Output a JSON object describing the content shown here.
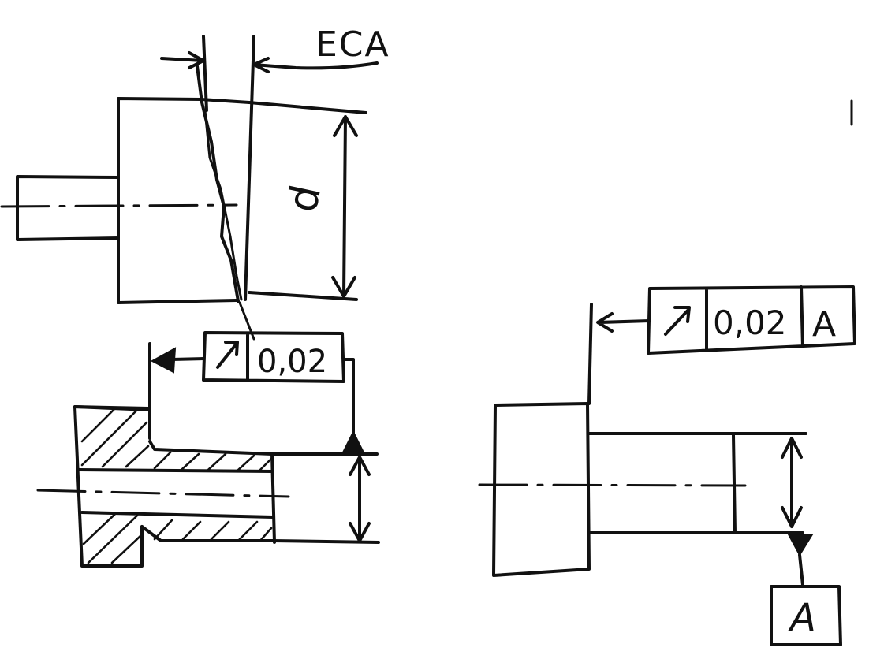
{
  "labels": {
    "eca": "ECA",
    "dimension": "d"
  },
  "frame_left": {
    "tolerance": "0,02"
  },
  "frame_right": {
    "tolerance": "0,02",
    "datum": "A"
  },
  "datum_box": {
    "letter": "A"
  },
  "colors": {
    "ink": "#111111",
    "paper": "#ffffff"
  }
}
